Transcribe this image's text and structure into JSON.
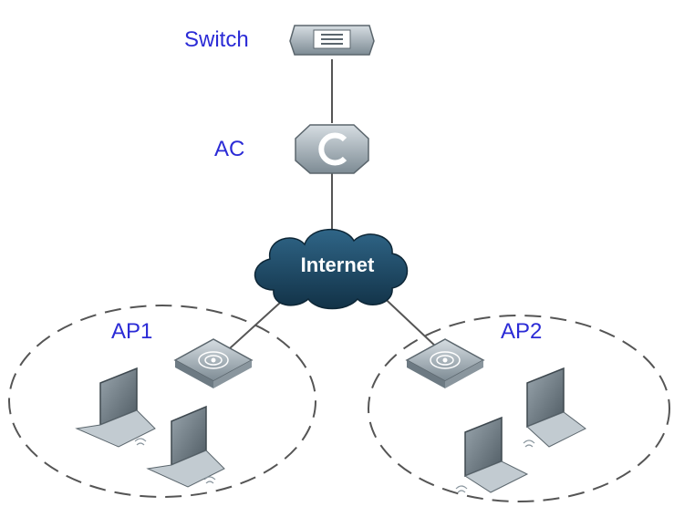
{
  "labels": {
    "switch": "Switch",
    "ac": "AC",
    "internet": "Internet",
    "ap1": "AP1",
    "ap2": "AP2"
  },
  "colors": {
    "label_text": "#2b2bd6",
    "cloud_fill": "#1f4a66",
    "device_fill": "#a9b3ba",
    "link_line": "#555555"
  }
}
